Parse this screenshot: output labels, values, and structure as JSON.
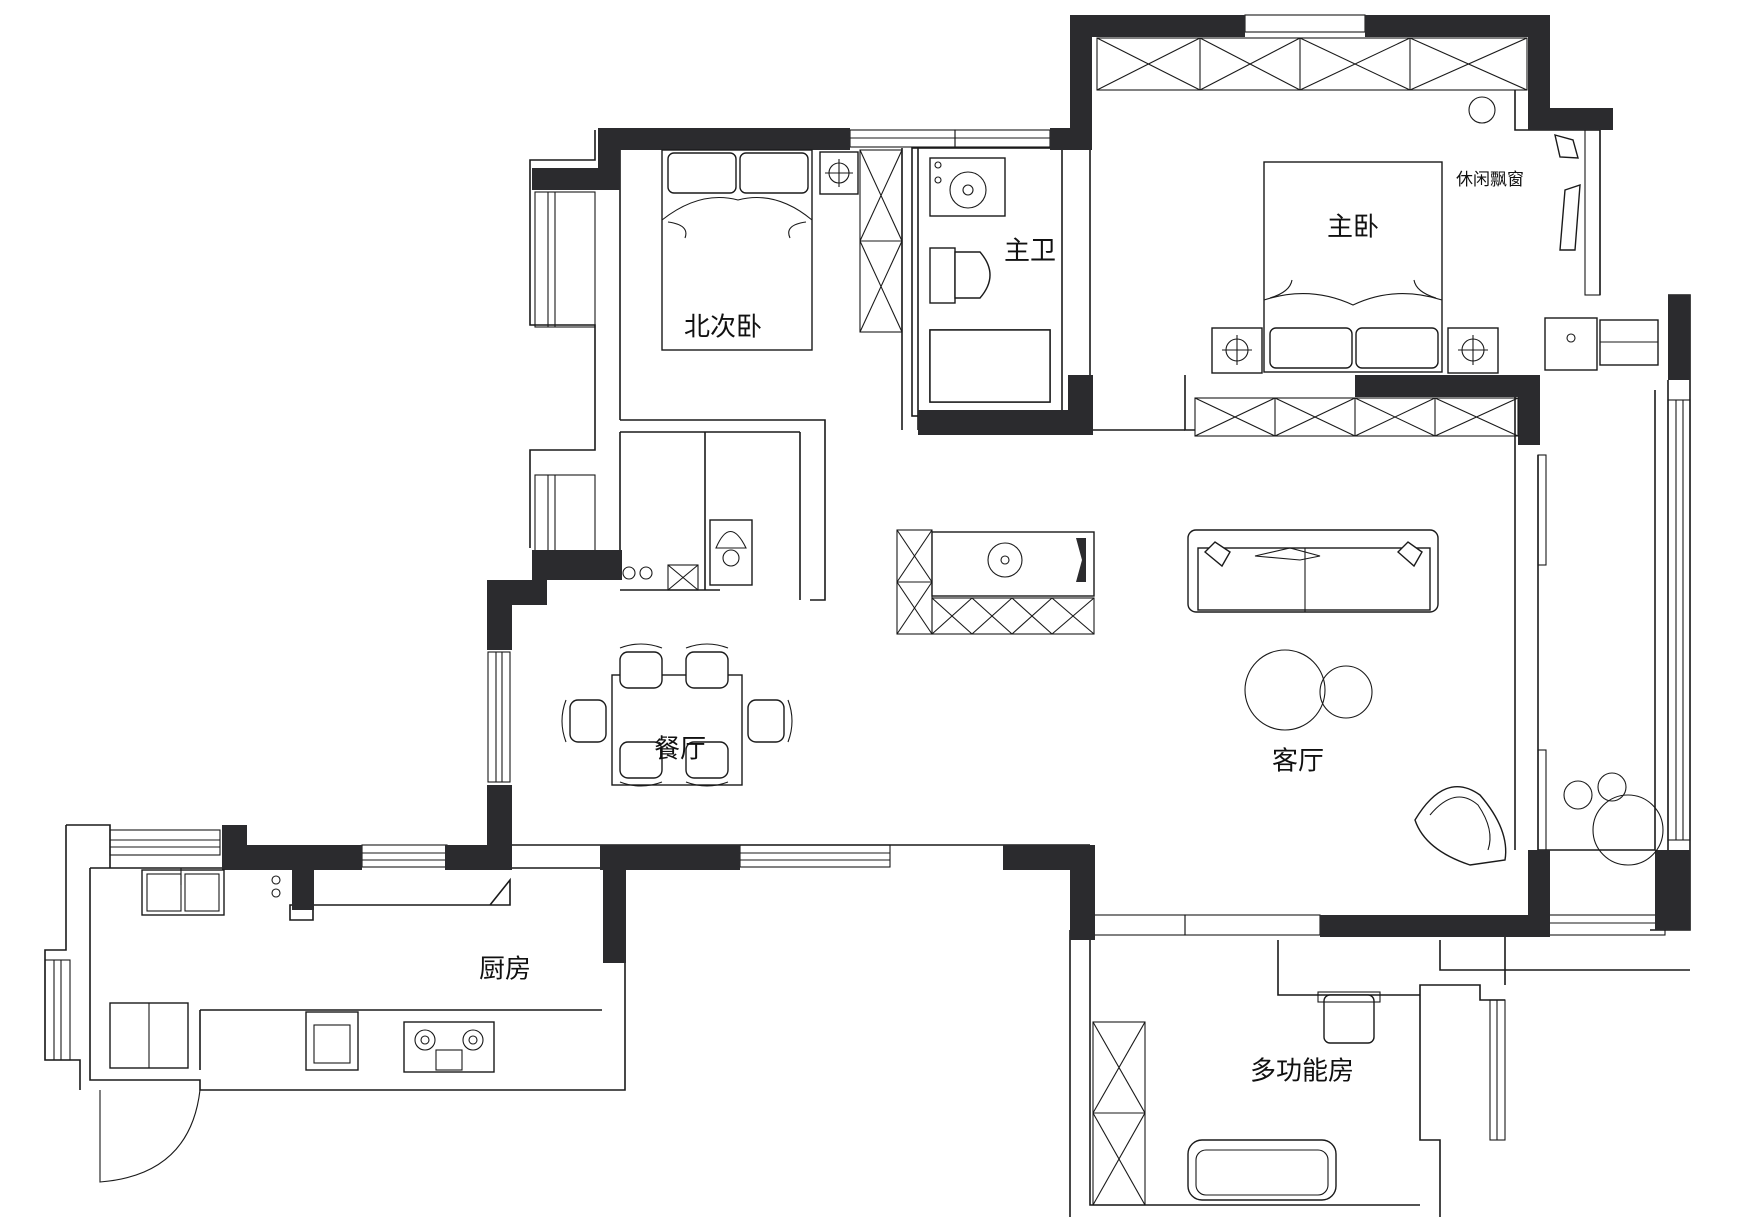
{
  "rooms": {
    "north_bedroom": "北次卧",
    "master_bath": "主卫",
    "master_bedroom": "主卧",
    "leisure_bay": "休闲飘窗",
    "dining": "餐厅",
    "living": "客厅",
    "kitchen": "厨房",
    "multi_room": "多功能房"
  },
  "colors": {
    "wall": "#2b2b2e",
    "line": "#1a1a1a",
    "background": "#ffffff"
  }
}
